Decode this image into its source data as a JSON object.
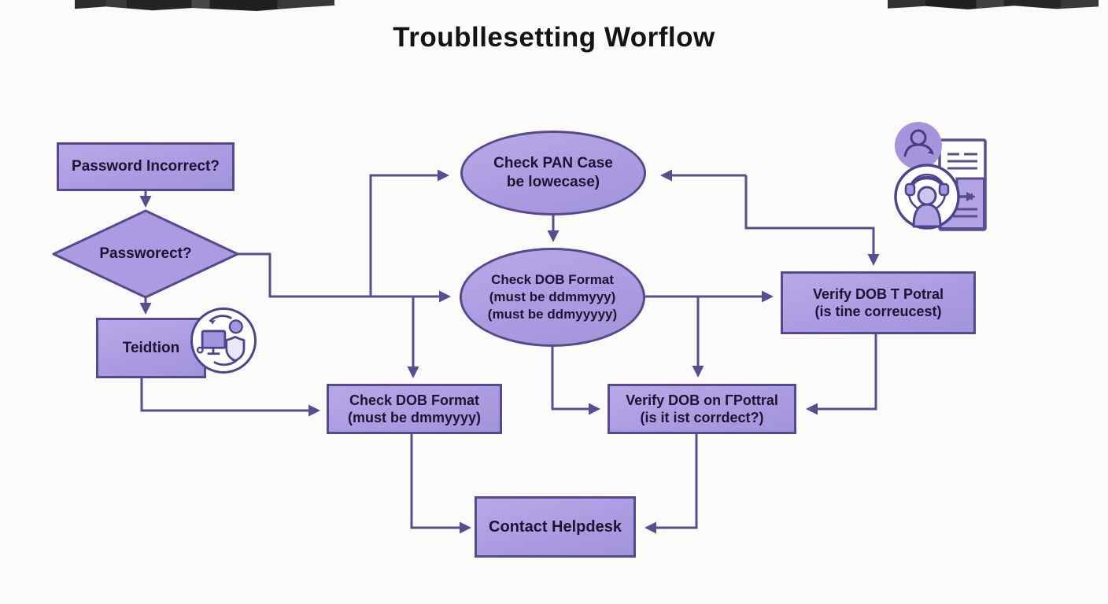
{
  "title": "Troubllesetting Worflow",
  "colors": {
    "background": "#fcfbfa",
    "node_fill": "#ab9ce1",
    "node_border": "#57498f",
    "connector": "#584d93",
    "node_text": "#1d1430",
    "title_text": "#141414"
  },
  "nodes": {
    "password": {
      "lines": [
        "Password Incorrect?"
      ]
    },
    "password_decision": {
      "lines": [
        "Passworect?"
      ]
    },
    "teidtion": {
      "lines": [
        "Teidtion"
      ]
    },
    "check_pan": {
      "lines": [
        "Check PAN Case",
        "be lowecase)"
      ]
    },
    "check_dob_main": {
      "lines": [
        "Check DOB Format",
        "(must be ddmmyyy)",
        "(must be ddmyyyyy)"
      ]
    },
    "verify_dob_right": {
      "lines": [
        "Verify DOB T Potral",
        "(is tine correucest)"
      ]
    },
    "check_dob_lower": {
      "lines": [
        "Check DOB Format",
        "(must be dmmyyyy)"
      ]
    },
    "verify_dob_lower": {
      "lines": [
        "Verify DOB on ΓPottral",
        "(is it ist corrdect?)"
      ]
    },
    "contact_helpdesk": {
      "lines": [
        "Contact Helpdesk"
      ]
    }
  },
  "icons": {
    "secure_sync": "secure-sync-icon",
    "user": "user-icon",
    "document_transfer": "document-transfer-icon",
    "support_agent": "support-agent-icon"
  }
}
